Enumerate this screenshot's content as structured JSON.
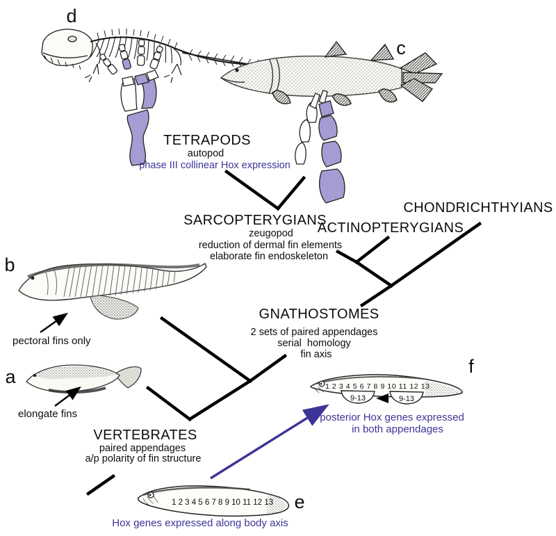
{
  "colors": {
    "purple": "#3c3497",
    "lilac": "#a49dd3",
    "line_black": "#000000"
  },
  "panels": {
    "a": "a",
    "b": "b",
    "c": "c",
    "d": "d",
    "e": "e",
    "f": "f"
  },
  "clades": {
    "tetrapods": {
      "name": "TETRAPODS",
      "trait1": "autopod",
      "hox": "phase III collinear Hox expression"
    },
    "sarcopterygians": {
      "name": "SARCOPTERYGIANS",
      "trait1": "zeugopod",
      "trait2": "reduction of dermal fin elements",
      "trait3": "elaborate fin endoskeleton"
    },
    "actinopterygians": {
      "name": "ACTINOPTERYGIANS"
    },
    "chondrichthyians": {
      "name": "CHONDRICHTHYIANS"
    },
    "gnathostomes": {
      "name": "GNATHOSTOMES",
      "trait1": "2 sets of paired appendages",
      "trait2": "serial  homology",
      "trait3": "fin axis"
    },
    "vertebrates": {
      "name": "VERTEBRATES",
      "trait1": "paired appendages",
      "trait2": "a/p polarity of fin structure"
    }
  },
  "callouts": {
    "pectoral": "pectoral fins only",
    "elongate": "elongate fins",
    "posterior1": "posterior Hox genes expressed",
    "posterior2": "in both appendages",
    "bodyaxis": "Hox genes expressed along body axis"
  },
  "hox": {
    "numbers": "1 2 3 4 5 6 7 8 9 10 11 12 13",
    "range": "9-13"
  }
}
